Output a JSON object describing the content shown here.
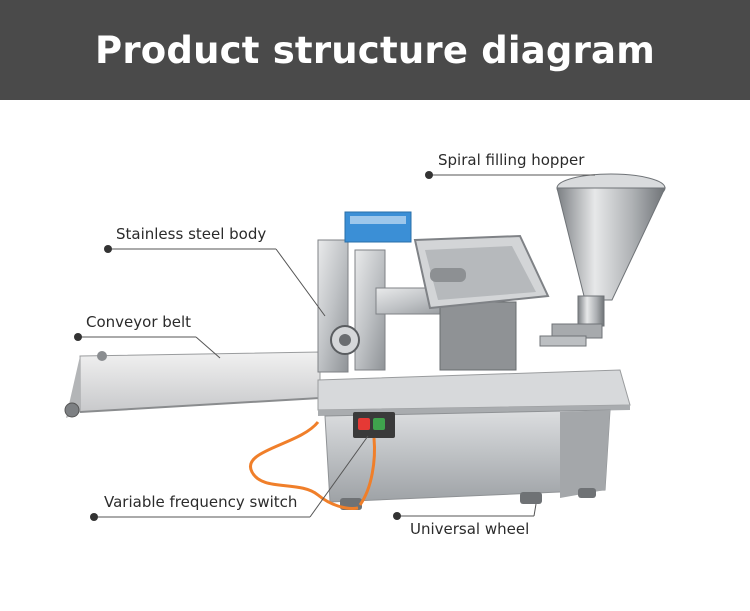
{
  "header": {
    "title": "Product structure diagram"
  },
  "callouts": {
    "hopper": "Spiral filling hopper",
    "body": "Stainless steel body",
    "conveyor": "Conveyor belt",
    "switch": "Variable frequency switch",
    "wheel": "Universal wheel"
  },
  "colors": {
    "header_bg": "#4a4a4a",
    "steel": "#c9cbcd",
    "cable": "#f07f2a",
    "switch_red": "#e53935",
    "switch_green": "#3fa34d",
    "hopper_lid": "#3b8fd6"
  }
}
